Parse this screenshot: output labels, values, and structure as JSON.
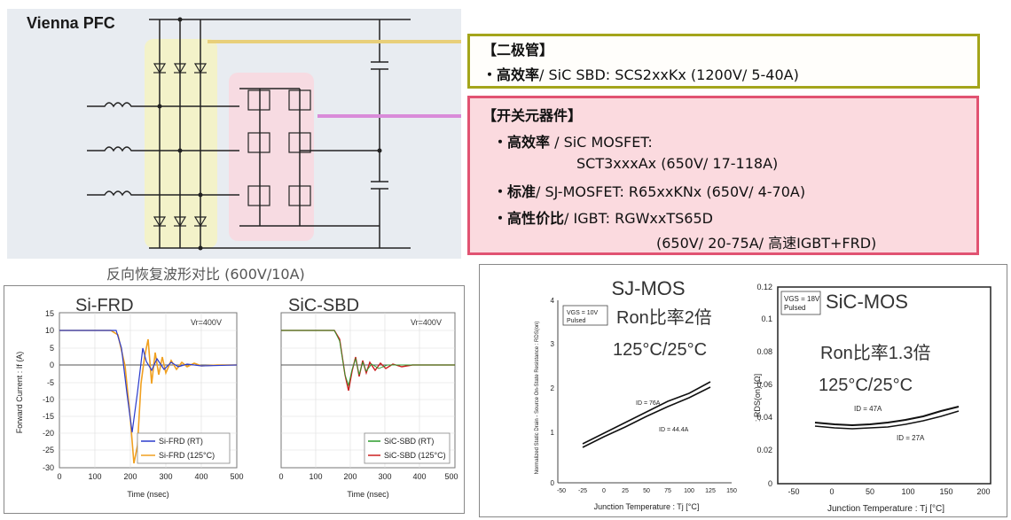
{
  "title": "Vienna PFC",
  "diode_box": {
    "heading": "【二极管】",
    "line1_bold": "・高效率",
    "line1_rest": "/ SiC SBD: SCS2xxKx (1200V/ 5-40A)"
  },
  "switch_box": {
    "heading": "【开关元器件】",
    "line1_bold": "・高效率",
    "line1_rest": " / SiC MOSFET:",
    "line2": "SCT3xxxAx (650V/ 17-118A)",
    "line3_bold": "・标准",
    "line3_rest": "/ SJ-MOSFET: R65xxKNx (650V/ 4-70A)",
    "line4_bold": "・高性价比",
    "line4_rest": "/ IGBT: RGWxxTS65D",
    "line5": "(650V/ 20-75A/ 高速IGBT+FRD)"
  },
  "caption": "反向恢复波形对比  (600V/10A)",
  "colors": {
    "diode_border": "#a4a51b",
    "switch_border": "#e15372",
    "switch_bg": "#fbdadf",
    "rt": "#2b3ccc",
    "hot": "#f0a020",
    "sbd_rt": "#2a9a2a",
    "sbd_hot": "#cc2020"
  },
  "sifrd": {
    "name": "Si-FRD",
    "vr": "Vr=400V",
    "ylabel": "Forward Current : If (A)",
    "xlabel": "Time (nsec)",
    "yticks": [
      "15",
      "10",
      "5",
      "0",
      "-5",
      "-10",
      "-15",
      "-20",
      "-25",
      "-30"
    ],
    "xticks": [
      "0",
      "100",
      "200",
      "300",
      "400",
      "500"
    ],
    "legend_rt": "Si-FRD (RT)",
    "legend_hot": "Si-FRD (125°C)"
  },
  "sicsbd": {
    "name": "SiC-SBD",
    "vr": "Vr=400V",
    "xlabel": "Time (nsec)",
    "xticks": [
      "0",
      "100",
      "200",
      "300",
      "400",
      "500"
    ],
    "legend_rt": "SiC-SBD (RT)",
    "legend_hot": "SiC-SBD (125°C)"
  },
  "sjmos": {
    "name": "SJ-MOS",
    "cond1": "VGS = 10V",
    "cond2": "Pulsed",
    "ratio": "Ron比率2倍",
    "temp": "125°C/25°C",
    "ylabel": "Normalized Static Drain - Source On-State Resistance : RDS(on)",
    "xlabel": "Junction Temperature : Tj [°C]",
    "yticks": [
      "4",
      "3",
      "2",
      "1",
      "0"
    ],
    "xticks": [
      "-50",
      "-25",
      "0",
      "25",
      "50",
      "75",
      "100",
      "125",
      "150"
    ],
    "label_76": "ID = 76A",
    "label_44": "ID = 44.4A"
  },
  "sicmos": {
    "name": "SiC-MOS",
    "cond1": "VGS = 18V",
    "cond2": "Pulsed",
    "ratio": "Ron比率1.3倍",
    "temp": "125°C/25°C",
    "ylabel": ": RDS(on) [Ω]",
    "xlabel": "Junction Temperature : Tj [°C]",
    "yticks": [
      "0.12",
      "0.1",
      "0.08",
      "0.06",
      "0.04",
      "0.02",
      "0"
    ],
    "xticks": [
      "-50",
      "0",
      "50",
      "100",
      "150",
      "200"
    ],
    "label_47": "ID = 47A",
    "label_27": "ID = 27A"
  }
}
